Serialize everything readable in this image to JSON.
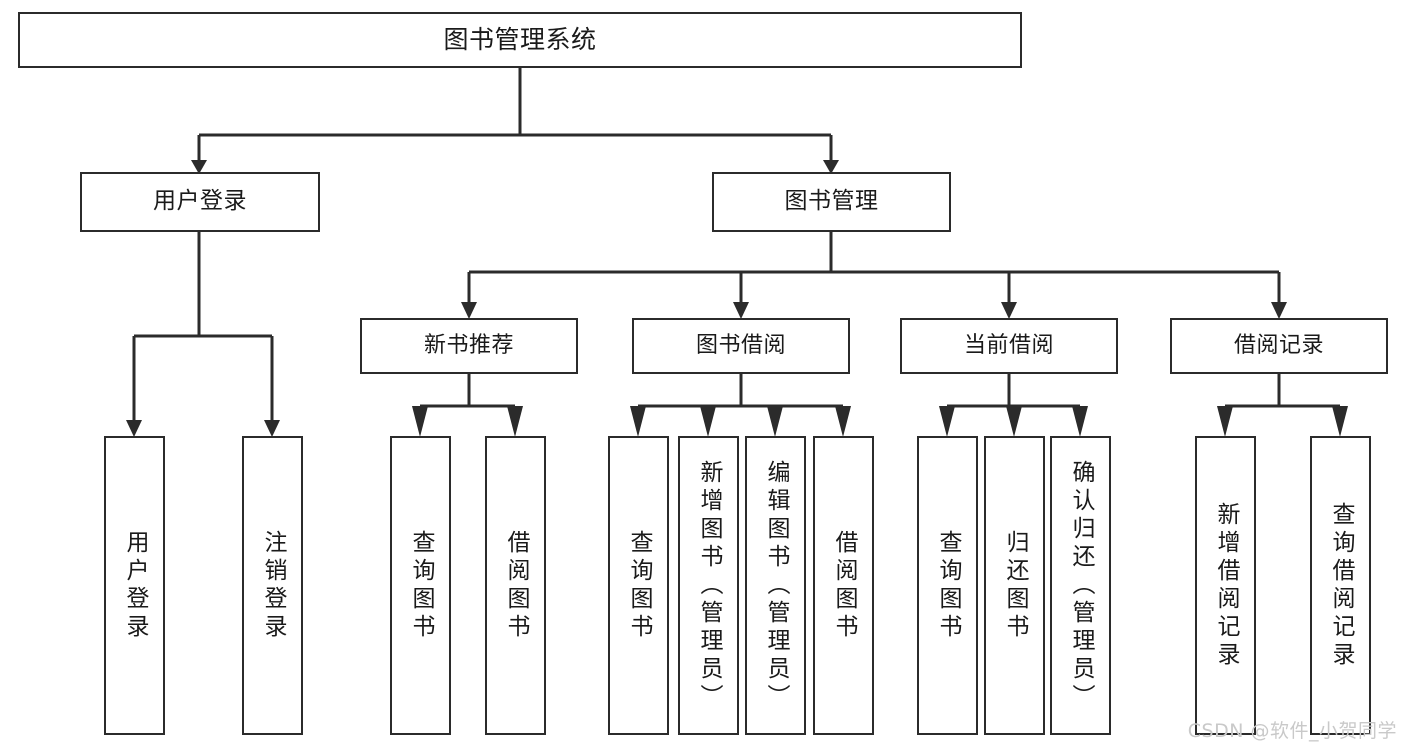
{
  "diagram": {
    "type": "hierarchy-tree",
    "title": "图书管理系统",
    "background_color": "#ffffff",
    "line_color": "#2b2b2b",
    "text_color": "#1a1a1a"
  },
  "root": {
    "label": "图书管理系统"
  },
  "level1": [
    {
      "label": "用户登录"
    },
    {
      "label": "图书管理"
    }
  ],
  "level2": [
    {
      "label": "新书推荐"
    },
    {
      "label": "图书借阅"
    },
    {
      "label": "当前借阅"
    },
    {
      "label": "借阅记录"
    }
  ],
  "leaves": {
    "user_login": [
      {
        "label": "用户登录"
      },
      {
        "label": "注销登录"
      }
    ],
    "new_book_recommend": [
      {
        "label": "查询图书"
      },
      {
        "label": "借阅图书"
      }
    ],
    "book_borrow": [
      {
        "label": "查询图书"
      },
      {
        "label": "新增图书（管理员）"
      },
      {
        "label": "编辑图书（管理员）"
      },
      {
        "label": "借阅图书"
      }
    ],
    "current_borrow": [
      {
        "label": "查询图书"
      },
      {
        "label": "归还图书"
      },
      {
        "label": "确认归还（管理员）"
      }
    ],
    "borrow_record": [
      {
        "label": "新增借阅记录"
      },
      {
        "label": "查询借阅记录"
      }
    ]
  },
  "watermark": {
    "text": "CSDN @软件_小贺同学",
    "color": "#c9c9c9"
  }
}
